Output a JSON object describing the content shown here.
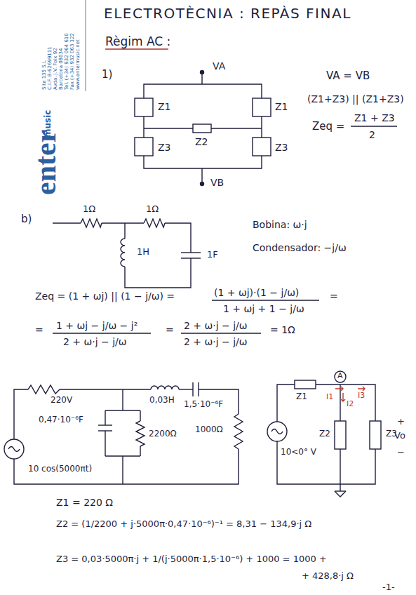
{
  "diagram": {
    "title": "ELECTROTÈCNIA : REPÀS FINAL",
    "labels": [
      "Règim AC :",
      "1)",
      "VA",
      "VA = VB",
      "(Z1+Z3) || (Z1+Z3)",
      "Z1",
      "Z1",
      "Zeq =",
      "Z1 + Z3",
      "2",
      "Z2",
      "Z3",
      "Z3",
      "VB",
      "b)",
      "1Ω",
      "1Ω",
      "1H",
      "1F",
      "Bobina: ω·j",
      "Condensador: −j/ω",
      "Zeq = (1 + ωj) || (1 − j/ω) =",
      "(1 + ωj)·(1 − j/ω)",
      "1 + ωj + 1 − j/ω",
      "=",
      "=",
      "1 + ωj − j/ω − j²",
      "2 + ω·j − j/ω",
      "=",
      "2 + ω·j − j/ω",
      "2 + ω·j − j/ω",
      "= 1Ω",
      "220V",
      "0,03H",
      "1,5·10⁻⁶F",
      "0,47·10⁻⁶F",
      "2200Ω",
      "1000Ω",
      "10 cos(5000πt)",
      "Z1",
      "A",
      "I1",
      "I3",
      "I2",
      "Z2",
      "Z3",
      "+",
      "Vo",
      "−",
      "10<0° V",
      "Z1 = 220 Ω",
      "Z2 = (1/2200 + j·5000π·0,47·10⁻⁶)⁻¹ = 8,31 − 134,9·j Ω",
      "Z3 = 0,03·5000π·j + 1/(j·5000π·1,5·10⁻⁶) + 1000 = 1000 +",
      "+ 428,8·j Ω",
      "-1-",
      "enter",
      "music",
      "Site 135 S.L",
      "C.I.F. B-62699111",
      "Avda. J.V. Foix 92",
      "Barcelona 08034",
      "Tel. (+34) 932 064 610",
      "Fax (+34) 932 063 122",
      "www.entermusic.net"
    ]
  }
}
